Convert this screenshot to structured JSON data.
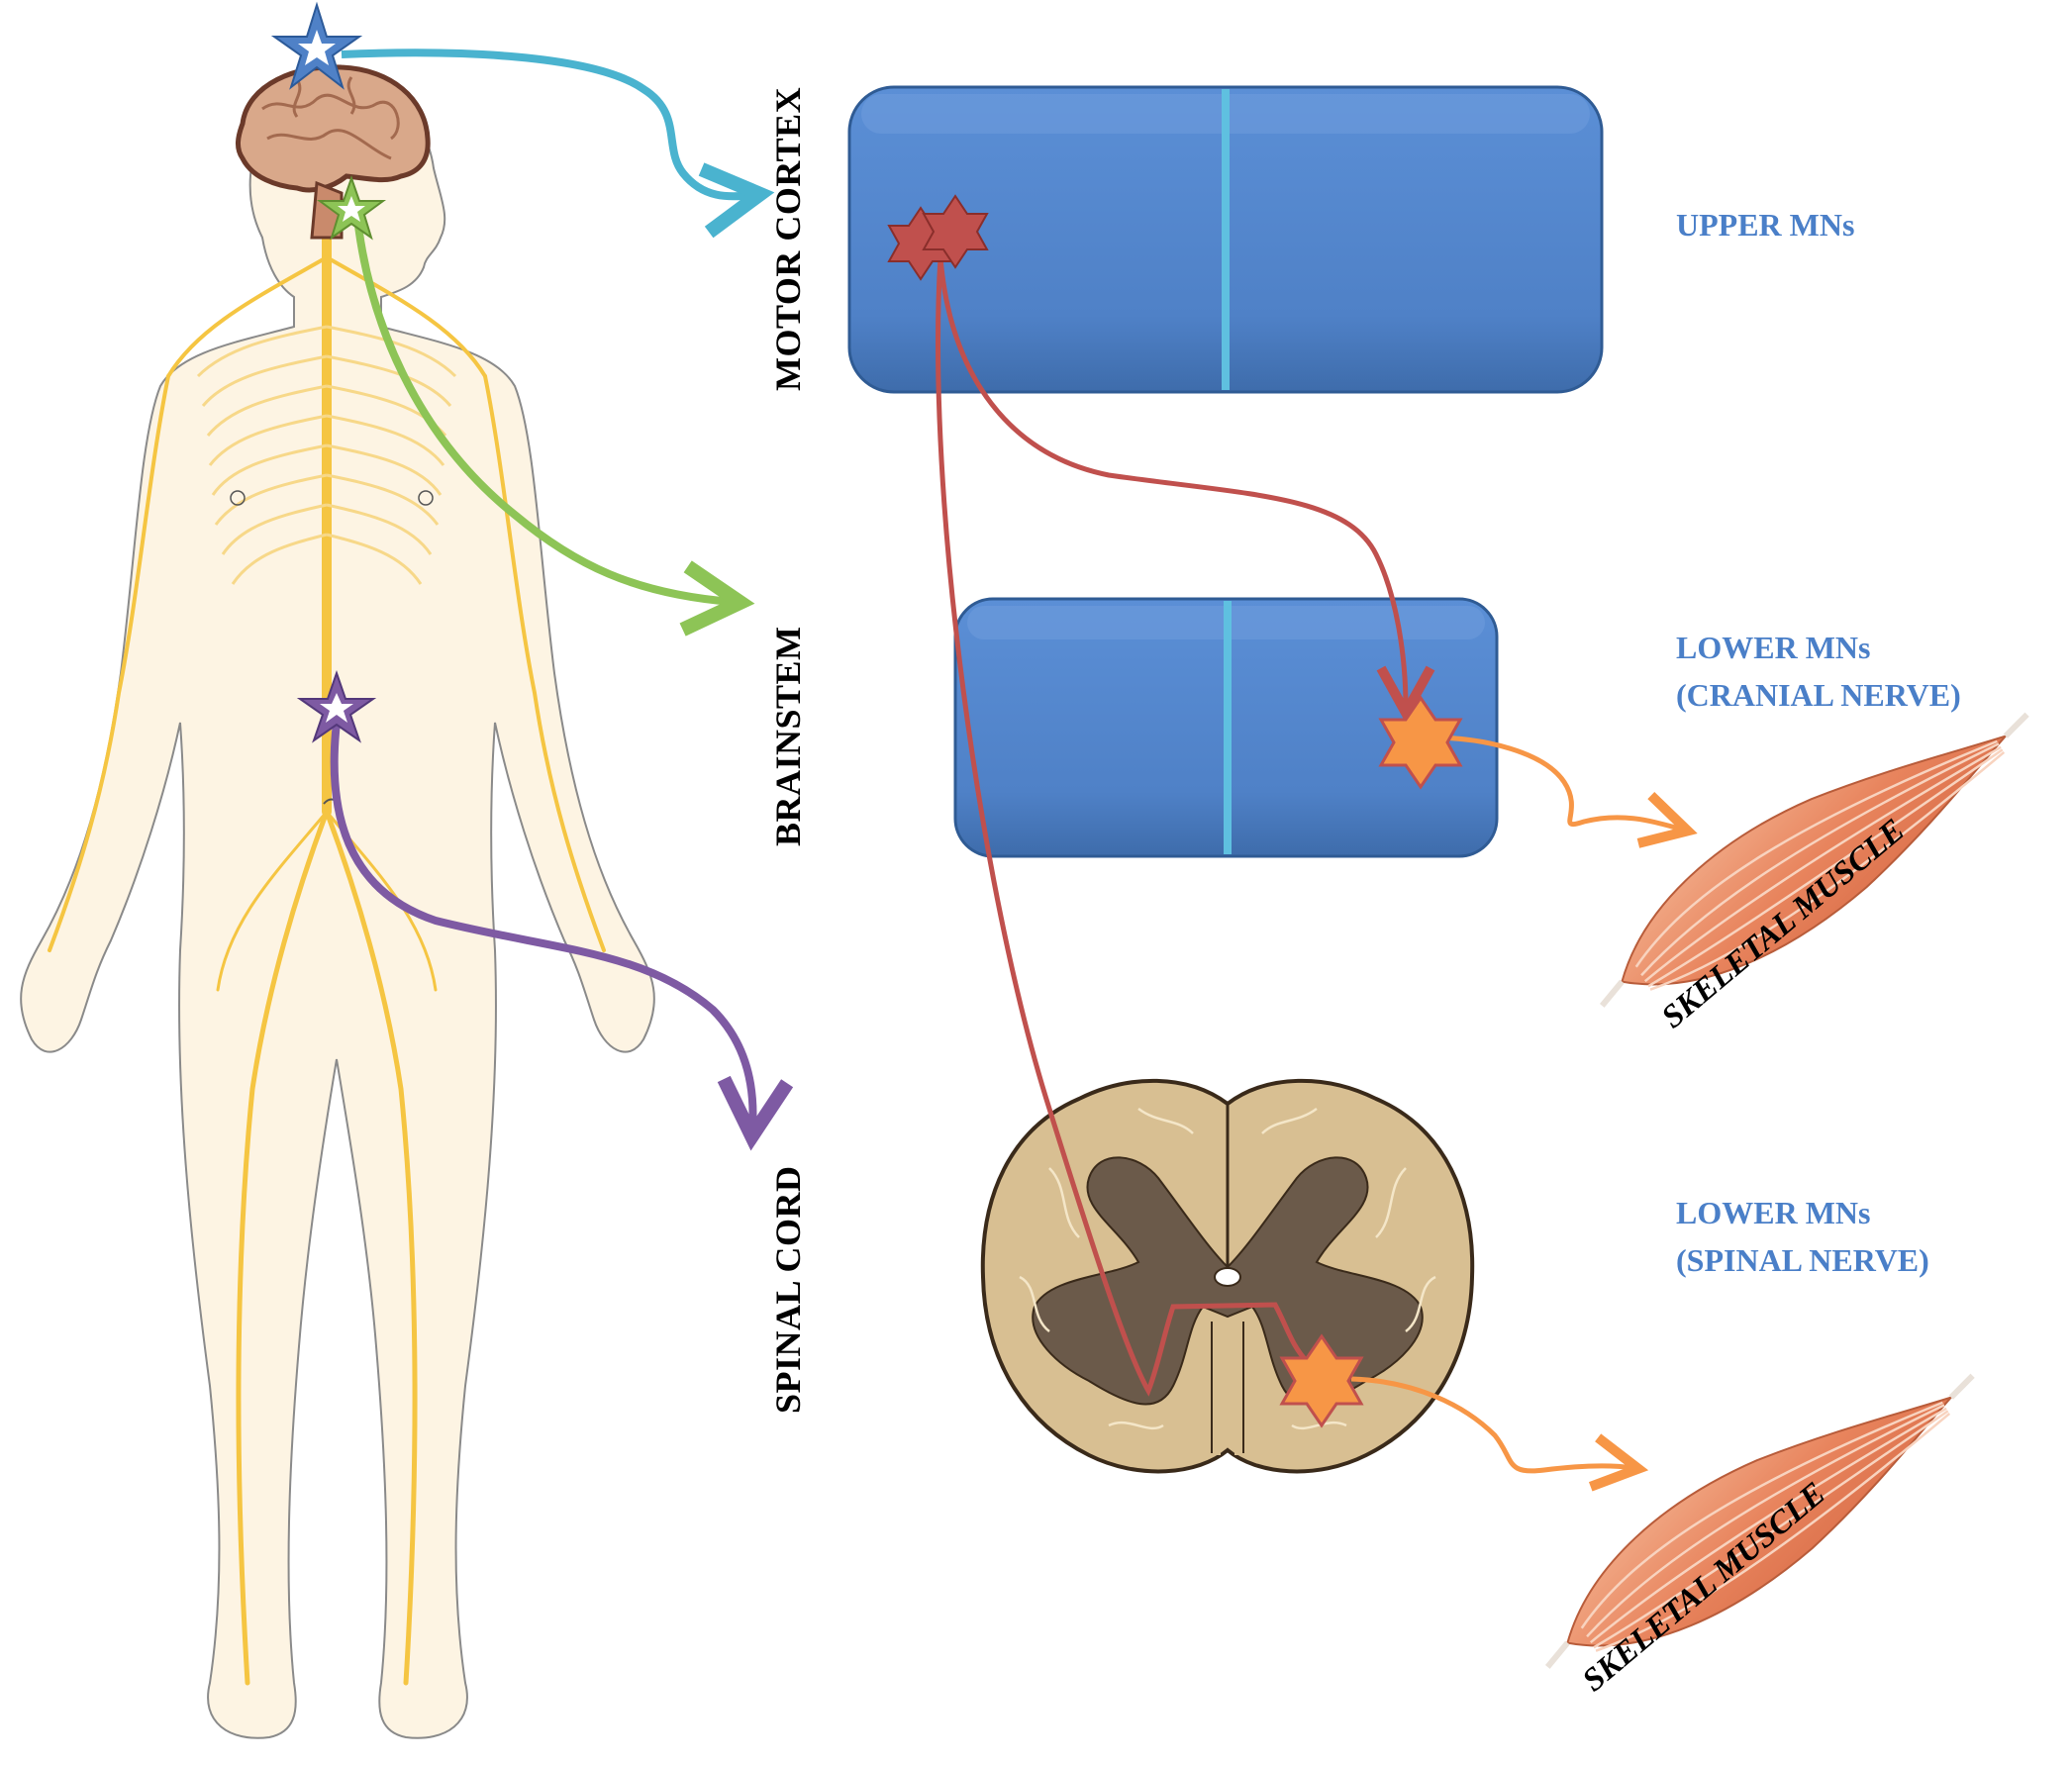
{
  "labels": {
    "motor_cortex": "MOTOR CORTEX",
    "brainstem": "BRAINSTEM",
    "spinal_cord": "SPINAL CORD",
    "upper_mns": "UPPER MNs",
    "lower_mns_cranial_line1": "LOWER MNs",
    "lower_mns_cranial_line2": "(CRANIAL NERVE)",
    "lower_mns_spinal_line1": "LOWER MNs",
    "lower_mns_spinal_line2": "(SPINAL NERVE)",
    "skeletal_muscle_top": "SKELETAL MUSCLE",
    "skeletal_muscle_bottom": "SKELETAL MUSCLE"
  },
  "colors": {
    "motor_cortex_arrow": "#4ab3cf",
    "brainstem_arrow": "#8dc456",
    "spinal_cord_arrow": "#7e5aa3",
    "upper_mn_path": "#c0504d",
    "lower_mn_path": "#f79646",
    "panel_fill": "#4f81c7",
    "label_blue": "#4a7fc8",
    "nerve_yellow": "#f5c542"
  },
  "icons": {
    "brain": "brain-illustration",
    "body": "human-body-nervous-system",
    "spinal_section": "spinal-cord-cross-section",
    "muscle": "skeletal-muscle-illustration"
  }
}
